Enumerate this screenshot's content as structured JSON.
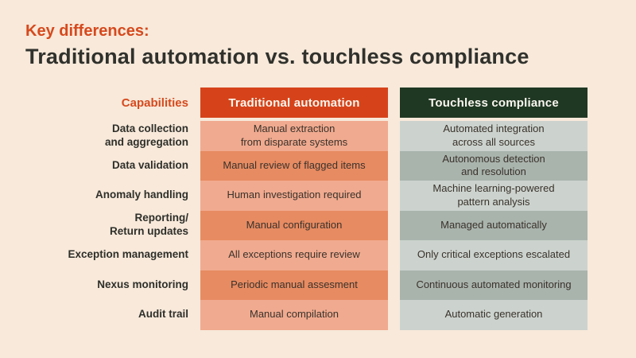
{
  "header": {
    "eyebrow": "Key differences:",
    "title": "Traditional automation vs. touchless compliance"
  },
  "table": {
    "capabilities_header": "Capabilities",
    "columns": [
      {
        "label": "Traditional automation"
      },
      {
        "label": "Touchless compliance"
      }
    ],
    "rows": [
      {
        "capability": "Data collection\nand aggregation",
        "traditional": "Manual extraction\nfrom disparate systems",
        "touchless": "Automated integration\nacross all sources"
      },
      {
        "capability": "Data validation",
        "traditional": "Manual review of flagged items",
        "touchless": "Autonomous detection\nand resolution"
      },
      {
        "capability": "Anomaly handling",
        "traditional": "Human investigation required",
        "touchless": "Machine learning-powered\npattern analysis"
      },
      {
        "capability": "Reporting/\nReturn updates",
        "traditional": "Manual configuration",
        "touchless": "Managed automatically"
      },
      {
        "capability": "Exception management",
        "traditional": "All exceptions require review",
        "touchless": "Only critical exceptions escalated"
      },
      {
        "capability": "Nexus monitoring",
        "traditional": "Periodic manual assesment",
        "touchless": "Continuous automated monitoring"
      },
      {
        "capability": "Audit trail",
        "traditional": "Manual compilation",
        "touchless": "Automatic generation"
      }
    ]
  },
  "colors": {
    "background": "#f8e9da",
    "accent_orange": "#d6491d",
    "traditional_header_bg": "#d6431a",
    "touchless_header_bg": "#1f3823",
    "traditional_row_light": "#f0aa8f",
    "traditional_row_dark": "#e78b62",
    "touchless_row_light": "#ccd3ce",
    "touchless_row_dark": "#a9b4ad",
    "title_text": "#30312c",
    "header_text": "#faf7f0"
  }
}
